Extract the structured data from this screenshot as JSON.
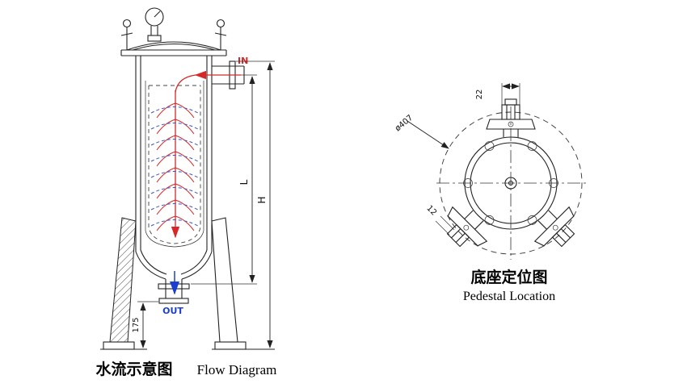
{
  "flow_diagram": {
    "caption_cn": "水流示意图",
    "caption_en": "Flow Diagram",
    "inlet_label": "IN",
    "outlet_label": "OUT",
    "dim_overall_height": "H",
    "dim_body_height": "L",
    "dim_outlet_height": "175",
    "colors": {
      "inlet_flow": "#d62828",
      "outlet_flow": "#1d3fd0",
      "line": "#222222"
    }
  },
  "pedestal_location": {
    "caption_cn": "底座定位图",
    "caption_en": "Pedestal Location",
    "dim_bolt_circle": "ø407",
    "dim_top_slot": "22",
    "dim_side_slot": "12"
  }
}
